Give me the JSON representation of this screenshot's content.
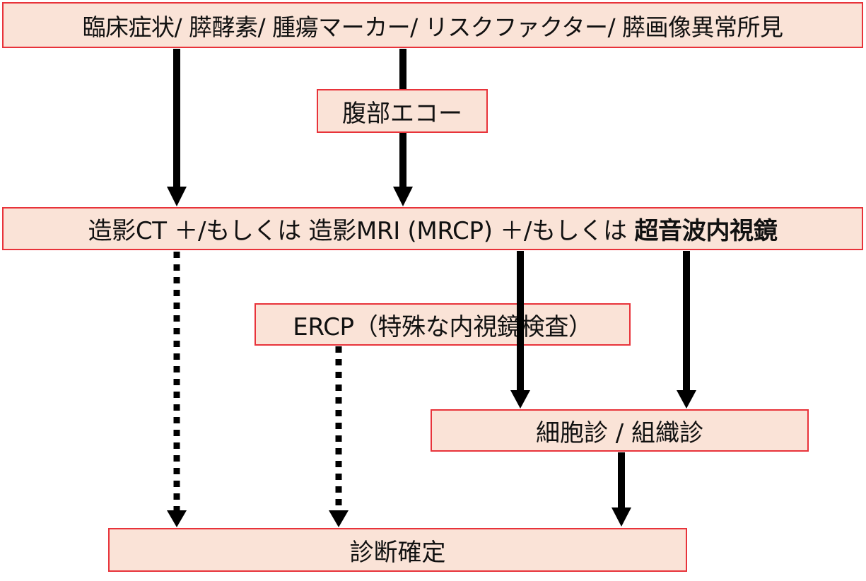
{
  "diagram": {
    "top": {
      "label": "臨床症状/ 膵酵素/ 腫瘍マーカー/ リスクファクター/ 膵画像異常所見"
    },
    "abdominal_echo": {
      "label": "腹部エコー"
    },
    "imaging": {
      "label_main": "造影CT ＋/もしくは 造影MRI (MRCP) ＋/もしくは ",
      "label_bold": "超音波内視鏡"
    },
    "ercp": {
      "label": "ERCP（特殊な内視鏡検査）"
    },
    "cytology": {
      "label": "細胞診 / 組織診"
    },
    "diagnosis": {
      "label": "診断確定"
    }
  }
}
